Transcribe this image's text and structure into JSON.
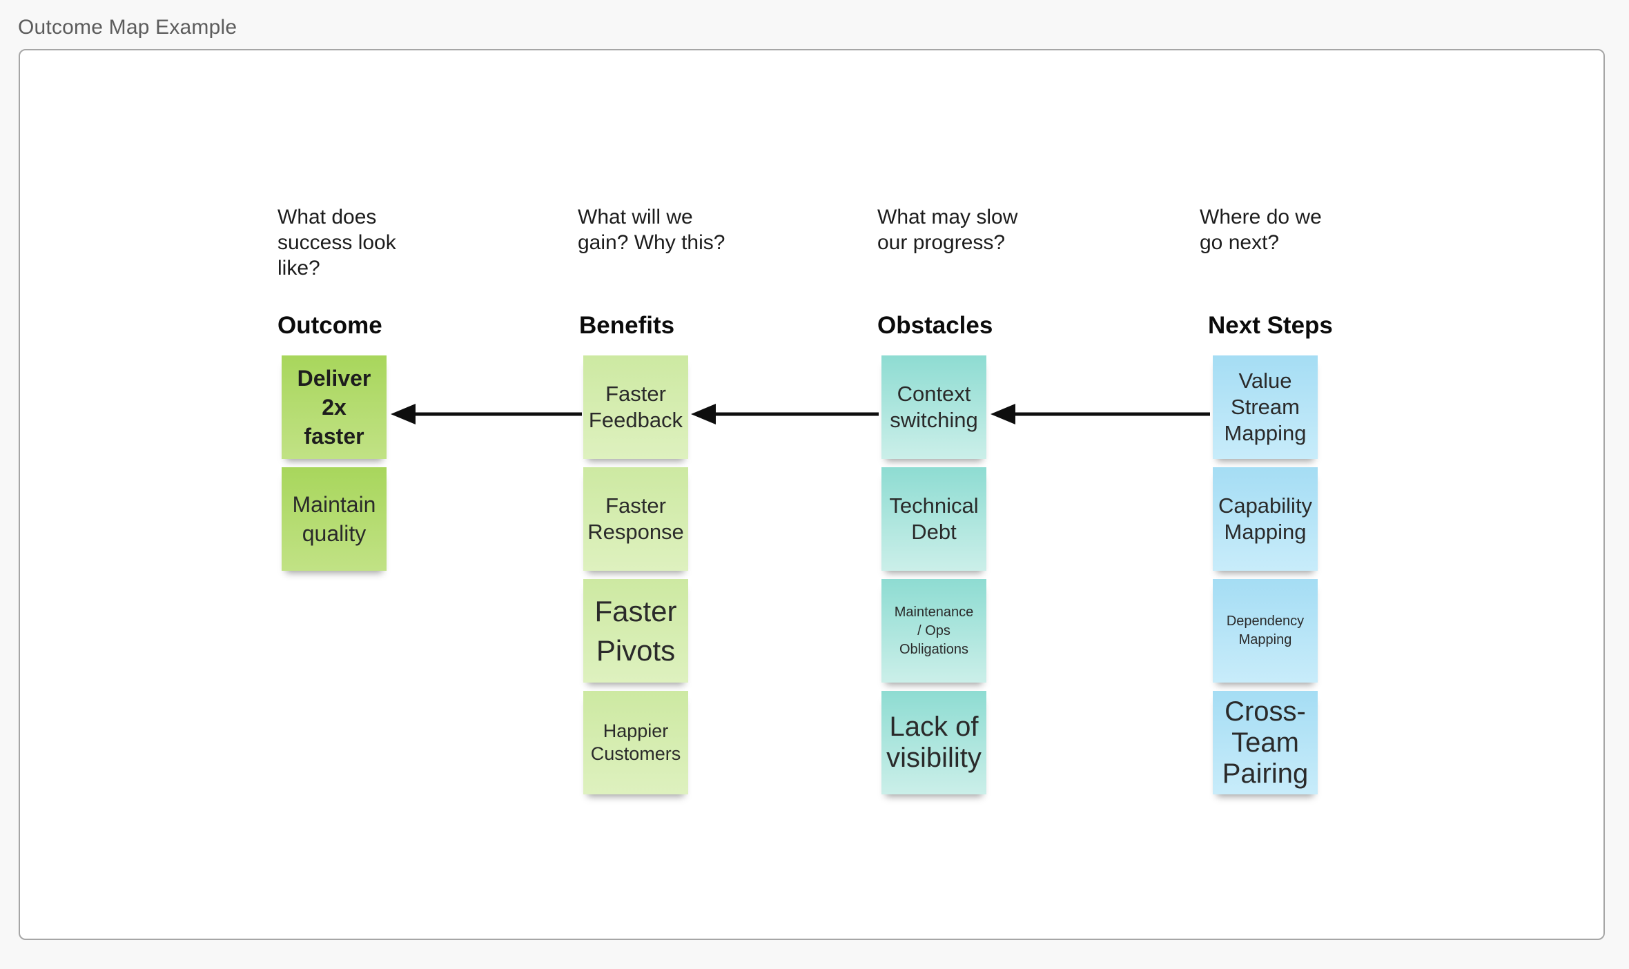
{
  "page": {
    "title": "Outcome Map Example"
  },
  "board": {
    "columns": [
      {
        "key": "outcome",
        "question": "What does\nsuccess look\nlike?",
        "header": "Outcome",
        "color_top": "#a8d65c",
        "color_bottom": "#c1e285",
        "stickies": [
          {
            "label": "Deliver\n2x\nfaster"
          },
          {
            "label": "Maintain\nquality"
          }
        ]
      },
      {
        "key": "benefits",
        "question": "What will we\ngain? Why this?",
        "header": "Benefits",
        "color_top": "#cde9a2",
        "color_bottom": "#def1bf",
        "stickies": [
          {
            "label": "Faster\nFeedback"
          },
          {
            "label": "Faster\nResponse"
          },
          {
            "label": "Faster\nPivots"
          },
          {
            "label": "Happier\nCustomers"
          }
        ]
      },
      {
        "key": "obstacles",
        "question": "What may slow\nour progress?",
        "header": "Obstacles",
        "color_top": "#8edcd2",
        "color_bottom": "#cbefe9",
        "stickies": [
          {
            "label": "Context\nswitching"
          },
          {
            "label": "Technical\nDebt"
          },
          {
            "label": "Maintenance\n/ Ops\nObligations"
          },
          {
            "label": "Lack of\nvisibility"
          }
        ]
      },
      {
        "key": "next-steps",
        "question": "Where do we\ngo next?",
        "header": "Next Steps",
        "color_top": "#a5ddf4",
        "color_bottom": "#c8ecfa",
        "stickies": [
          {
            "label": "Value\nStream\nMapping"
          },
          {
            "label": "Capability\nMapping"
          },
          {
            "label": "Dependency\nMapping"
          },
          {
            "label": "Cross-\nTeam\nPairing"
          }
        ]
      }
    ],
    "arrows": [
      {
        "from": "Benefits",
        "to": "Outcome"
      },
      {
        "from": "Obstacles",
        "to": "Benefits"
      },
      {
        "from": "Next Steps",
        "to": "Obstacles"
      }
    ],
    "arrow_color": "#0e0e0e"
  }
}
